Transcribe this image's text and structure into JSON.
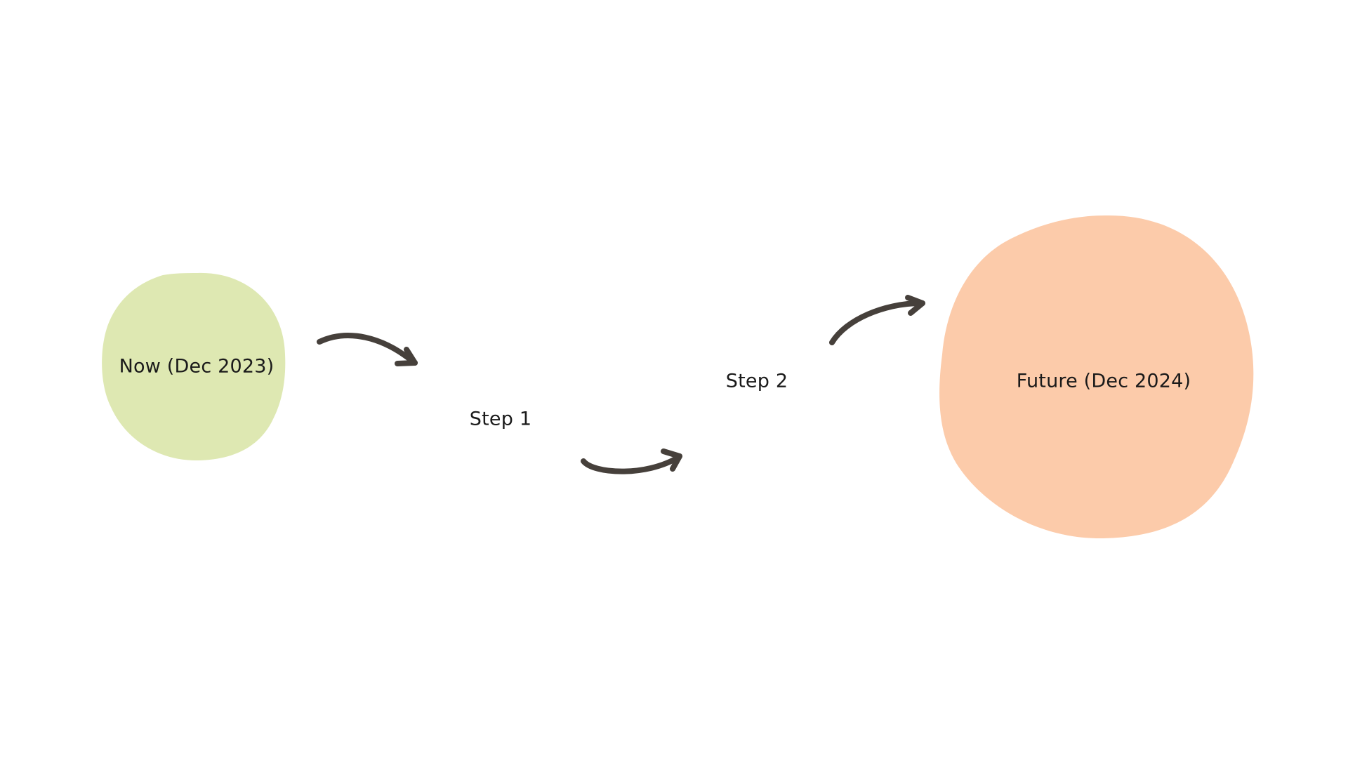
{
  "nodes": {
    "now": {
      "label": "Now (Dec 2023)",
      "color": "#dee8b2"
    },
    "step1": {
      "label": "Step 1"
    },
    "step2": {
      "label": "Step 2"
    },
    "future": {
      "label": "Future (Dec 2024)",
      "color": "#fccbaa"
    }
  },
  "arrow_color": "#46403b"
}
